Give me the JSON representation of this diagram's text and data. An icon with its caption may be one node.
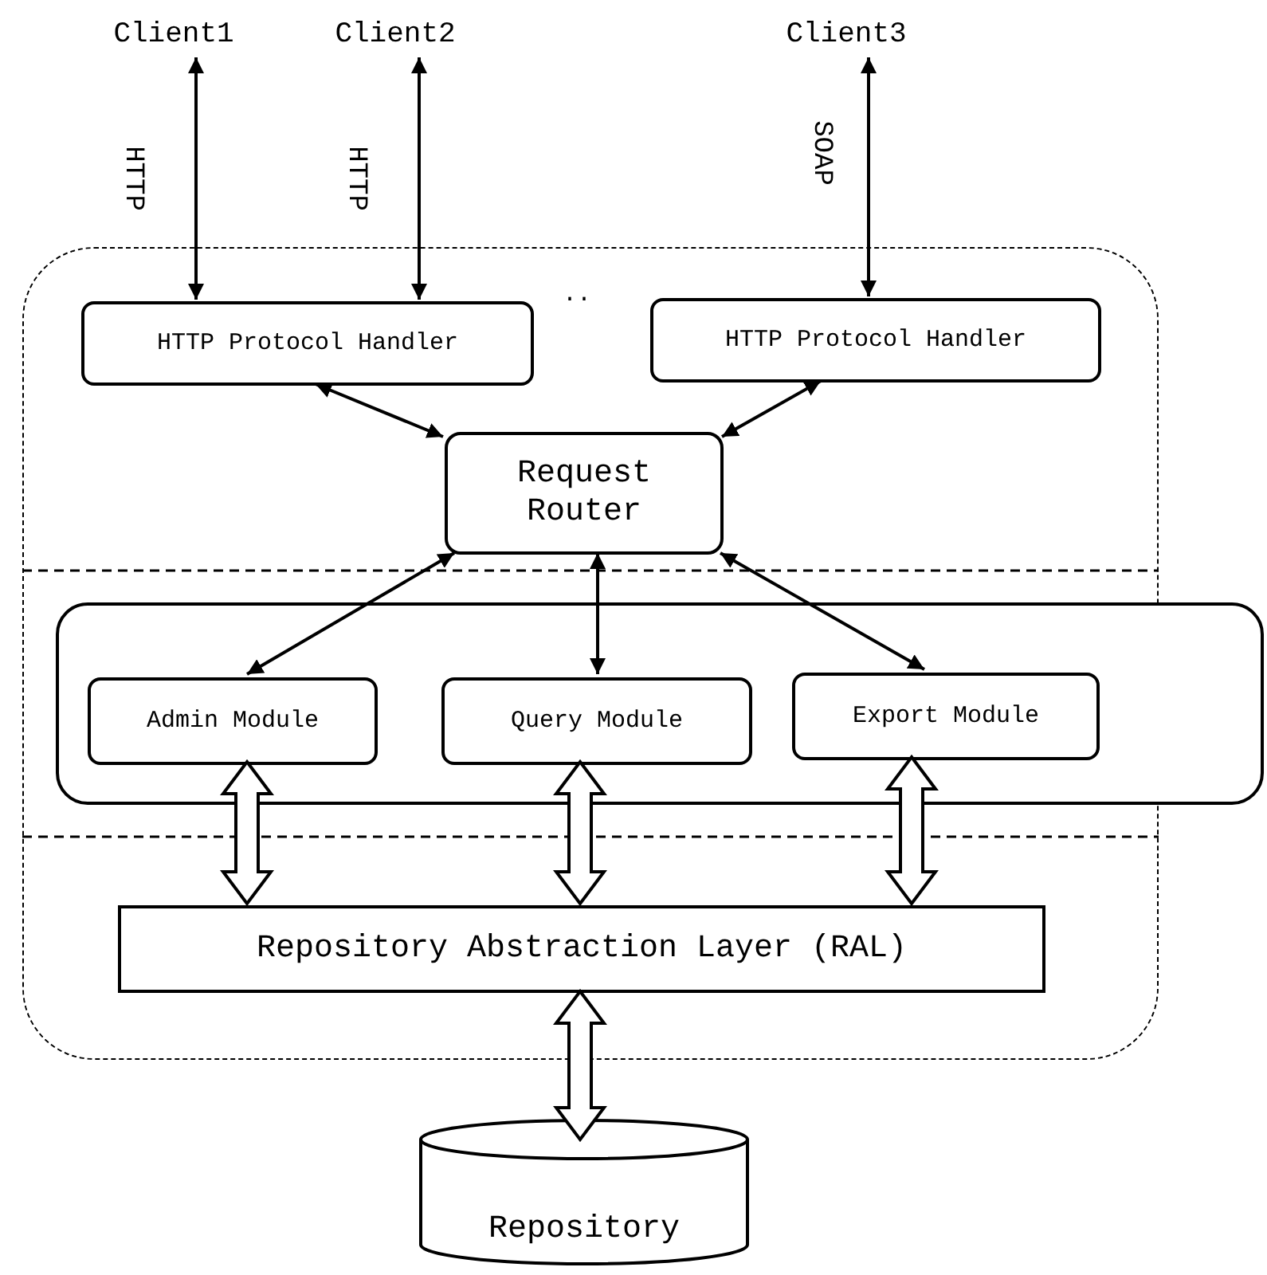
{
  "diagram": {
    "nodes": [
      {
        "text": [
          "Client1"
        ]
      },
      {
        "text": [
          "Client2"
        ]
      },
      {
        "text": [
          "Client3"
        ]
      },
      {
        "text": [],
        "shape": "box"
      },
      {
        "text": [
          "HTTP Protocol Handler"
        ],
        "in": 3
      },
      {
        "text": [
          "HTTP Protocol Handler"
        ],
        "in": 3
      },
      {
        "text": [
          "Request Router"
        ],
        "in": 3
      },
      {
        "text": [],
        "shape": "box"
      },
      {
        "text": [
          "Admin Module"
        ],
        "in": 7
      },
      {
        "text": [
          "Query Module"
        ],
        "in": 7
      },
      {
        "text": [
          "Export Module"
        ],
        "in": 7
      },
      {
        "text": [
          "Repository Abstraction Layer (RAL)"
        ],
        "in": 3
      },
      {
        "text": [
          "Repository"
        ]
      }
    ],
    "edges": [
      {
        "from": 0,
        "to": 4,
        "arrow": "both",
        "label": "HTTP"
      },
      {
        "from": 1,
        "to": 4,
        "arrow": "both",
        "label": "HTTP"
      },
      {
        "from": 2,
        "to": 5,
        "arrow": "both",
        "label": "SOAP"
      },
      {
        "from": 4,
        "to": 6,
        "arrow": "both"
      },
      {
        "from": 5,
        "to": 6,
        "arrow": "both"
      },
      {
        "from": 6,
        "to": 8,
        "arrow": "both"
      },
      {
        "from": 6,
        "to": 9,
        "arrow": "both"
      },
      {
        "from": 6,
        "to": 10,
        "arrow": "both"
      },
      {
        "from": 8,
        "to": 11,
        "arrow": "both",
        "style": "thick"
      },
      {
        "from": 9,
        "to": 11,
        "arrow": "both",
        "style": "thick"
      },
      {
        "from": 10,
        "to": 11,
        "arrow": "both",
        "style": "thick"
      },
      {
        "from": 11,
        "to": 12,
        "arrow": "both",
        "style": "thick"
      }
    ],
    "labels": [
      ".."
    ]
  }
}
